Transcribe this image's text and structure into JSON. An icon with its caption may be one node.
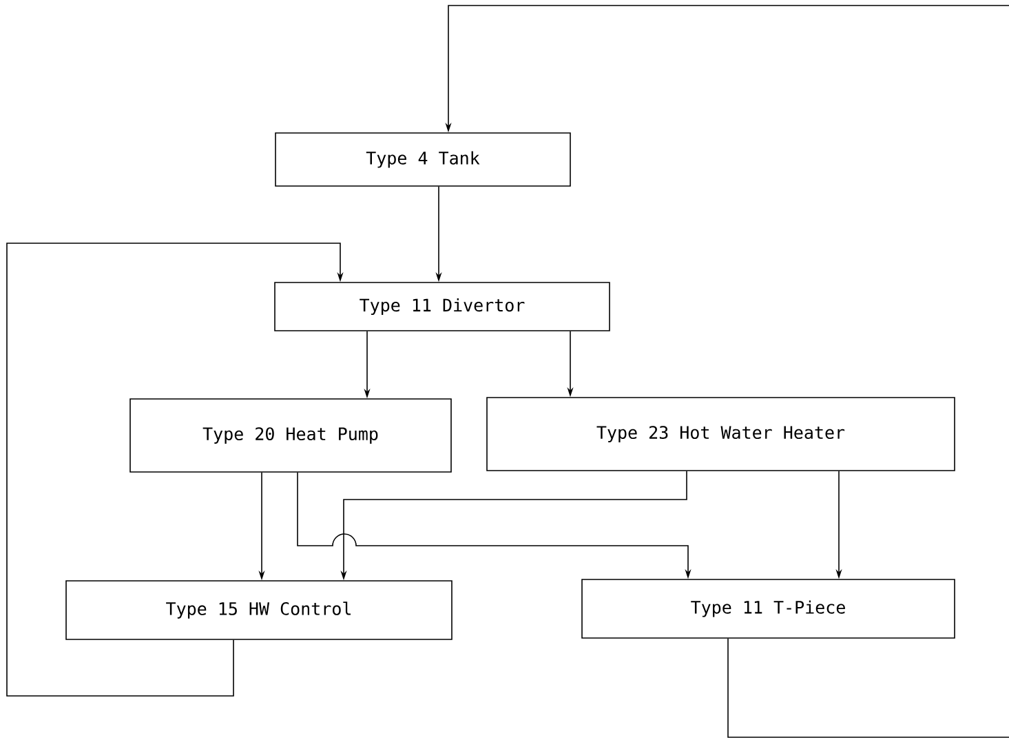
{
  "diagram": {
    "nodes": [
      {
        "text": [
          "Type 4 Tank"
        ]
      },
      {
        "text": [
          "Type 11 Divertor"
        ]
      },
      {
        "text": [
          "Type 20 Heat Pump"
        ]
      },
      {
        "text": [
          "Type 23 Hot Water Heater"
        ]
      },
      {
        "text": [
          "Type 15 HW Control"
        ]
      },
      {
        "text": [
          "Type 11 T-Piece"
        ]
      }
    ],
    "edges": [
      {
        "from": null,
        "to": 0,
        "arrow": "to"
      },
      {
        "from": 0,
        "to": 1,
        "arrow": "to"
      },
      {
        "from": 4,
        "to": 1,
        "arrow": "to"
      },
      {
        "from": 1,
        "to": 2,
        "arrow": "to"
      },
      {
        "from": 1,
        "to": 3,
        "arrow": "to"
      },
      {
        "from": 2,
        "to": 4,
        "arrow": "to"
      },
      {
        "from": 2,
        "to": 5,
        "arrow": "to"
      },
      {
        "from": 3,
        "to": 4,
        "arrow": "to"
      },
      {
        "from": 3,
        "to": 5,
        "arrow": "to"
      },
      {
        "from": 5,
        "to": null,
        "arrow": "none"
      }
    ]
  }
}
